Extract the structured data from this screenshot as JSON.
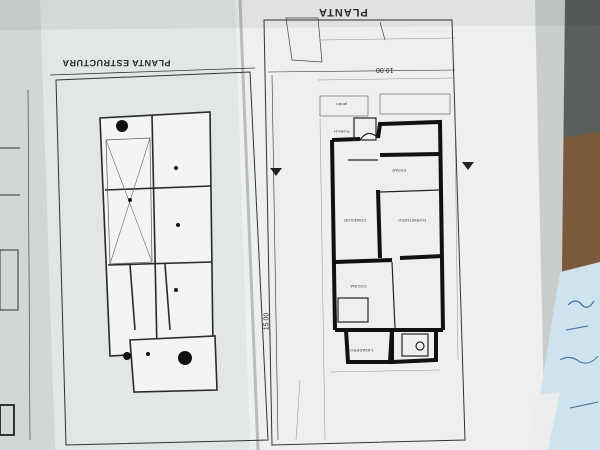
{
  "labels": {
    "planta_estructura": "PLANTA ESTRUCTURA",
    "planta": "PLANTA",
    "dim_top": "10.00",
    "dim_side": "15.00",
    "rooms": {
      "porch": "PORCH",
      "estar": "ESTAR",
      "comedor": "COMEDOR",
      "dormitorio": "DORMITORIO",
      "cocina": "COCINA",
      "lavadero": "LAVADERO",
      "jardin": "jardín"
    }
  },
  "colors": {
    "paper": "#e9ecec",
    "paper_shadow": "#bfc3c4",
    "ink": "#1c1c1c",
    "table_dark": "#3f4241",
    "wood": "#7a5a3a",
    "note_blue": "#cfe3ee"
  }
}
